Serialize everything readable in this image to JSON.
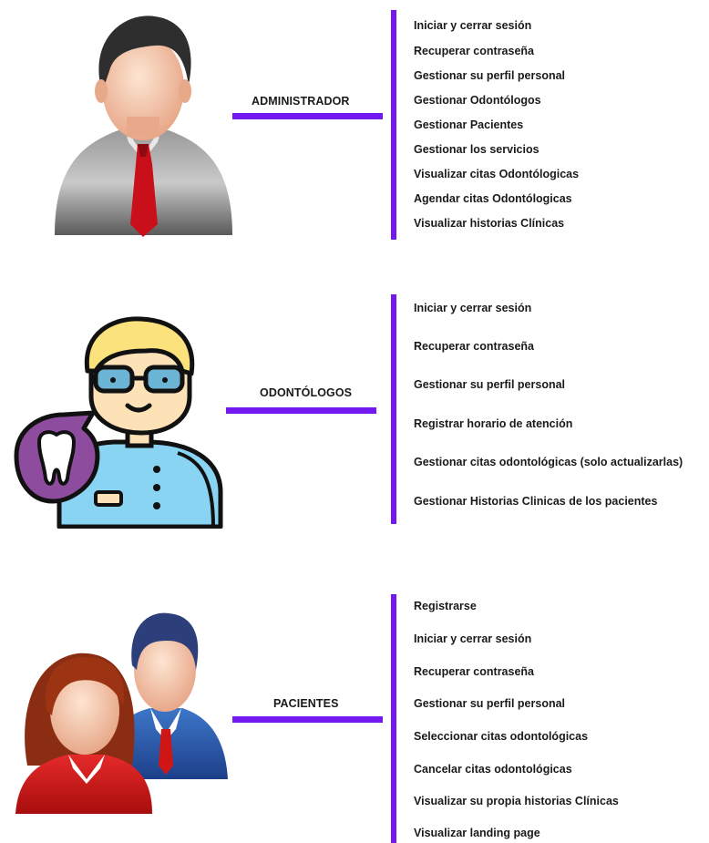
{
  "roles": [
    {
      "label": "ADMINISTRADOR",
      "items": [
        "Iniciar y cerrar sesión",
        "Recuperar contraseña",
        "Gestionar su perfil personal",
        "Gestionar Odontólogos",
        "Gestionar Pacientes",
        "Gestionar los servicios",
        "Visualizar citas Odontólogicas",
        "Agendar citas Odontólogicas",
        "Visualizar historias Clínicas"
      ]
    },
    {
      "label": "ODONTÓLOGOS",
      "items": [
        "Iniciar y cerrar sesión",
        "Recuperar contraseña",
        "Gestionar su perfil personal",
        "Registrar horario de atención",
        "Gestionar citas odontológicas (solo actualizarlas)",
        "Gestionar Historias Clinicas de los pacientes"
      ]
    },
    {
      "label": "PACIENTES",
      "items": [
        "Registrarse",
        "Iniciar y cerrar sesión",
        "Recuperar contraseña",
        "Gestionar su perfil personal",
        "Seleccionar citas odontológicas",
        "Cancelar citas odontológicas",
        "Visualizar su propia historias Clínicas",
        "Visualizar landing page"
      ]
    }
  ],
  "colors": {
    "accent": "#7319f0"
  },
  "icons": [
    "administrator-avatar-icon",
    "dentist-avatar-icon",
    "tooth-icon",
    "patients-avatar-icon"
  ]
}
